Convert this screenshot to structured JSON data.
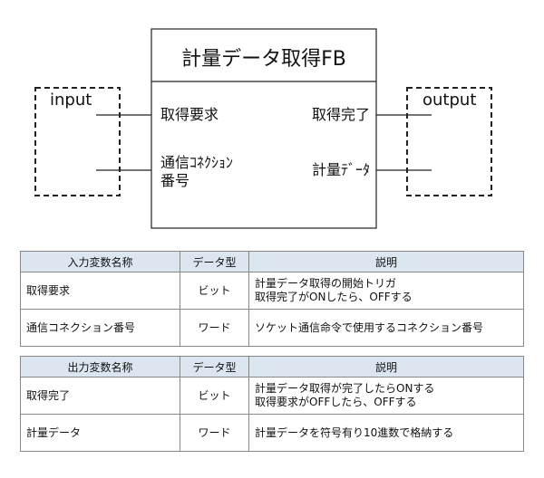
{
  "fb": {
    "title": "計量データ取得FB",
    "inputs": [
      "取得要求",
      "通信ｺﾈｸｼｮﾝ\n番号"
    ],
    "outputs": [
      "取得完了",
      "計量ﾃﾞｰﾀ"
    ],
    "input_label": "input",
    "output_label": "output"
  },
  "input_table": {
    "headers": [
      "入力変数名称",
      "データ型",
      "説明"
    ],
    "rows": [
      [
        "取得要求",
        "ビット",
        "計量データ取得の開始トリガ\n取得完了がONしたら、OFFする"
      ],
      [
        "通信コネクション番号",
        "ワード",
        "ソケット通信命令で使用するコネクション番号"
      ]
    ]
  },
  "output_table": {
    "headers": [
      "出力変数名称",
      "データ型",
      "説明"
    ],
    "rows": [
      [
        "取得完了",
        "ビット",
        "計量データ取得が完了したらONする\n取得要求がOFFしたら、OFFする"
      ],
      [
        "計量データ",
        "ワード",
        "計量データを符号有り10進数で格納する"
      ]
    ]
  }
}
